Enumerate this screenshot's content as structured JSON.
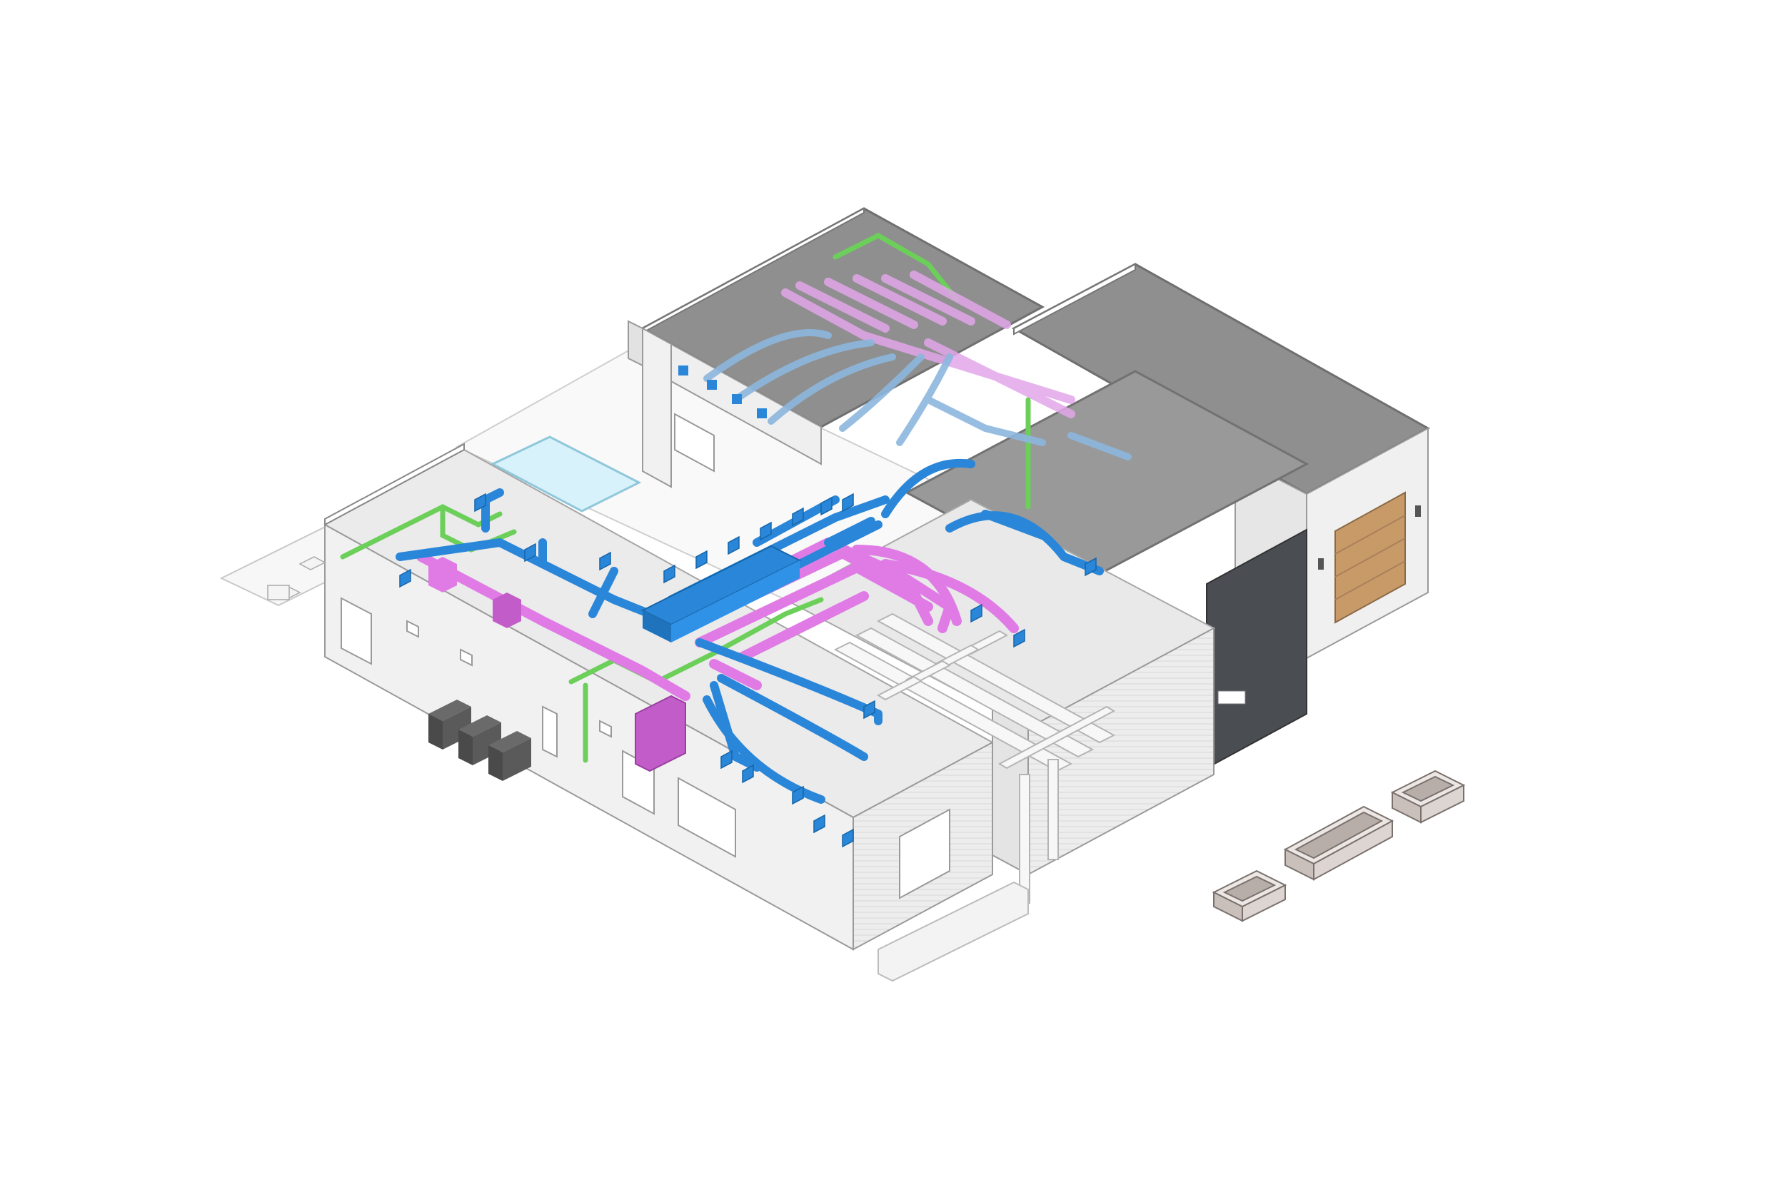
{
  "colors": {
    "background": "#ffffff",
    "building_wall": "#f1f1f1",
    "building_wall_shade": "#e2e2e2",
    "building_roof_light": "#ececec",
    "building_roof_dark": "#8f8f8f",
    "building_outline": "#9a9a9a",
    "cladding_dark": "#4a4d52",
    "garage_door": "#c89a68",
    "pool_water": "#d7f2fb",
    "supply_duct": "#2a86d8",
    "return_duct": "#e07be6",
    "return_duct_dark": "#c25cc8",
    "refrigerant_line": "#6ccf5a",
    "condenser": "#505050",
    "planter": "#d6cfcb"
  },
  "systems": [
    {
      "id": "supply",
      "icon": "supply-duct-icon"
    },
    {
      "id": "return",
      "icon": "return-duct-icon"
    },
    {
      "id": "refrigerant",
      "icon": "refrigerant-line-icon"
    }
  ]
}
